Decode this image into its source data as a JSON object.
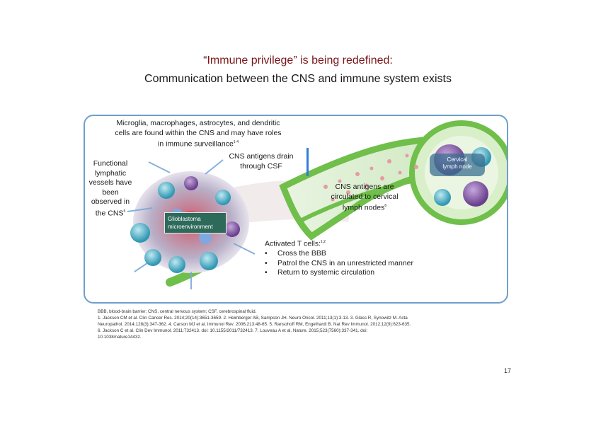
{
  "title": {
    "line1": "“Immune privilege” is being redefined:",
    "line2": "Communication between the CNS and immune system exists"
  },
  "figure": {
    "microglia_text": [
      "Microglia, macrophages, astrocytes, and dendritic",
      "cells are found within the CNS and may have roles",
      "in immune surveillance"
    ],
    "microglia_ref": "1-4",
    "lymphatic_text": [
      "Functional",
      "lymphatic",
      "vessels have",
      "been",
      "observed in",
      "the CNS"
    ],
    "lymphatic_ref": "5",
    "drain_text": [
      "CNS antigens drain",
      "through CSF"
    ],
    "glioblastoma_text": [
      "Glioblastoma",
      "microenvironment"
    ],
    "cervical_text": [
      "Cervical",
      "lymph node"
    ],
    "circulated_text": [
      "CNS antigens are",
      "circulated to cervical",
      "lymph nodes"
    ],
    "circulated_ref": "6",
    "tcells_heading": "Activated T cells:",
    "tcells_ref": "1,2",
    "tcells_bullets": [
      "Cross the BBB",
      "Patrol the CNS in an unrestricted manner",
      "Return to systemic circulation"
    ]
  },
  "footnote": {
    "abbrev": "BBB, blood-brain barrier; CNS, central nervous system; CSF, cerebrospinal fluid.",
    "refs_line1": "1. Jackson CM et al. Clin Cancer Res. 2014;20(14):3651-3659. 2. Heimberger AB, Sampson JH. Neuro Oncol. 2011;13(1):3-13. 3. Glass R, Synowitz M. Acta",
    "refs_line2": "Neuropathol. 2014;128(3):347-362. 4. Carson MJ et al. Immunol Rev. 2006;213:48-65. 5. Ransohoff RM, Engelhardt B. Nat Rev Immunol. 2012;12(9):623-635.",
    "refs_line3": "6. Jackson C et al. Clin Dev Immunol. 2011:732413. doi: 10.1155/2011/732413. 7. Louveau A et al. Nature. 2015;523(7560):337-341. doi:",
    "refs_line4": "10.1038/nature14432."
  },
  "page_number": "17",
  "colors": {
    "title_red": "#7a1618",
    "panel_border": "#6f9fcc",
    "vessel_green": "#6fbf4a",
    "vessel_light": "#dbeecf",
    "cell_teal": "#3aa7c0",
    "cell_purple": "#7b4e9e",
    "tissue_red": "#c8455a",
    "dash_blue": "#2f7fd6",
    "gbm_box": "#2e6a5a"
  }
}
